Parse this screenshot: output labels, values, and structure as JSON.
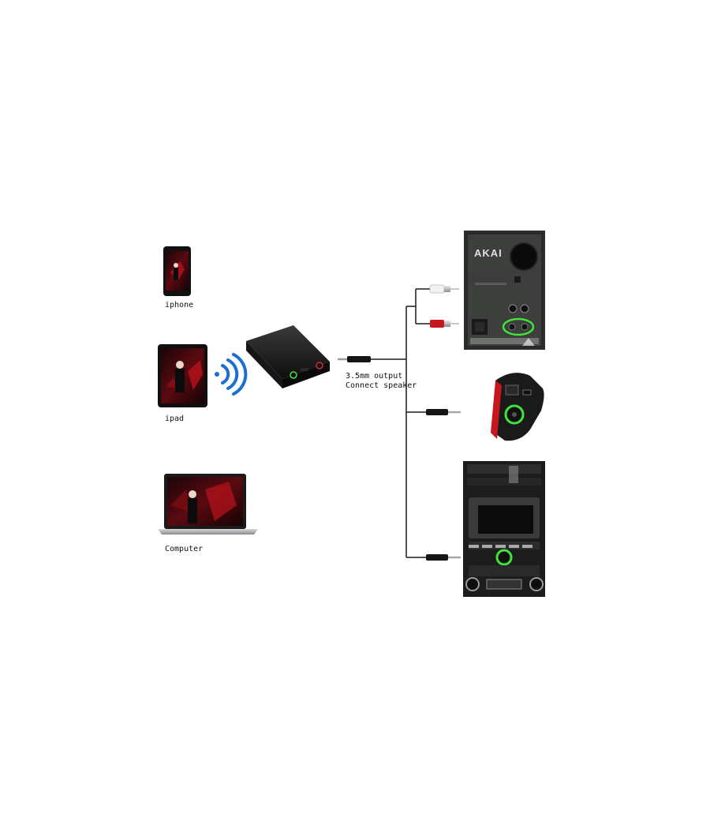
{
  "sources": {
    "iphone_label": "iphone",
    "ipad_label": "ipad",
    "computer_label": "Computer"
  },
  "output": {
    "line1": "3.5mm output",
    "line2": "Connect speaker"
  },
  "speaker": {
    "brand": "AKAI"
  },
  "colors": {
    "screen_red": "#b3121b",
    "bluetooth_wave": "#1a6fd1",
    "highlight_green": "#3ee63a",
    "rca_red": "#c8161e",
    "device_body": "#1b1b1b"
  },
  "icons": [
    "smartphone-icon",
    "tablet-icon",
    "laptop-icon",
    "bluetooth-waves-icon",
    "bluetooth-transmitter-icon",
    "audio-plug-icon",
    "rca-plug-icon",
    "speaker-icon",
    "portable-speaker-icon",
    "car-stereo-icon"
  ]
}
